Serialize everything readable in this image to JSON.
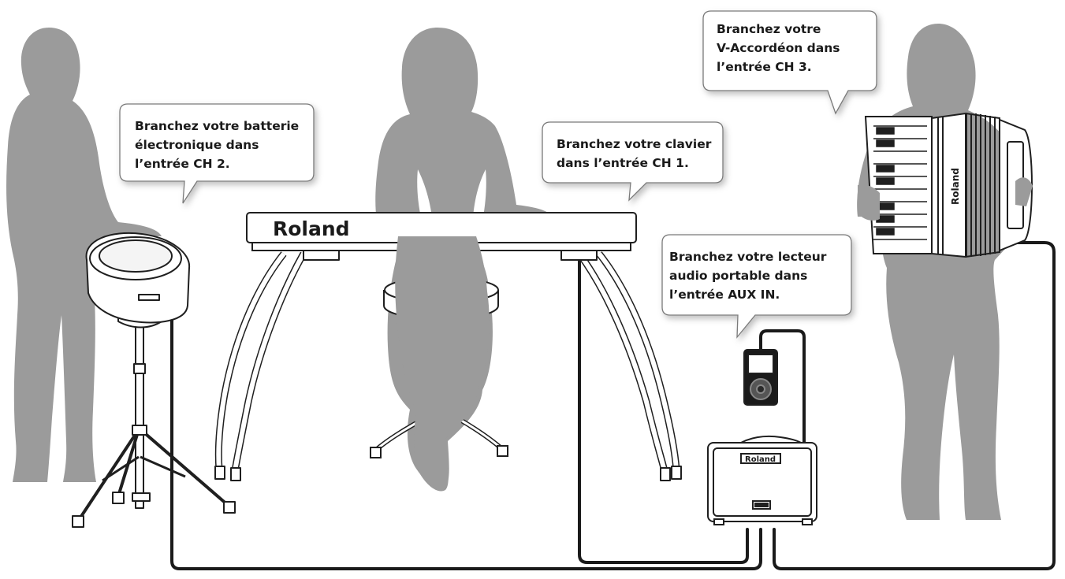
{
  "bubbles": {
    "drums": {
      "lines": [
        "Branchez votre batterie",
        "électronique dans",
        "l’entrée CH 2."
      ]
    },
    "keyboard": {
      "lines": [
        "Branchez votre clavier",
        "dans l’entrée CH 1."
      ]
    },
    "accordion": {
      "lines": [
        "Branchez votre",
        "V-Accordéon dans",
        "l’entrée CH 3."
      ]
    },
    "audio_player": {
      "lines": [
        "Branchez votre lecteur",
        "audio portable dans",
        "l’entrée AUX IN."
      ]
    }
  },
  "brands": {
    "keyboard": "Roland",
    "amplifier": "Roland",
    "accordion": "Roland"
  },
  "colors": {
    "silhouette": "#9b9b9b",
    "cable": "#1a1a1a",
    "bubble_fill": "#ffffff",
    "bubble_stroke": "#7a7a7a",
    "device_stroke": "#1f1f1f"
  }
}
